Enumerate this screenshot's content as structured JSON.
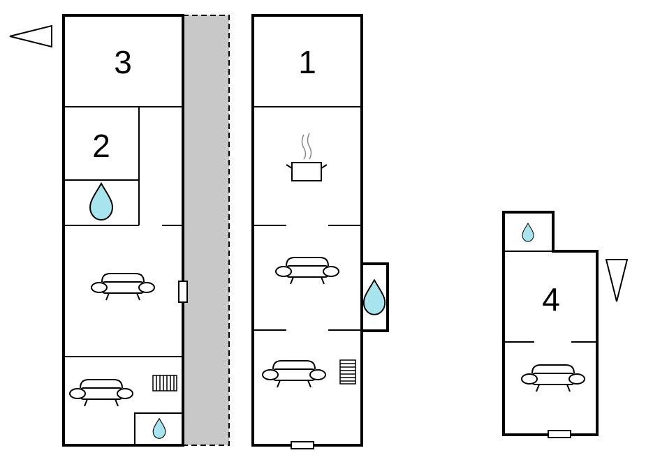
{
  "rooms": {
    "room_1": {
      "label": "1"
    },
    "room_2": {
      "label": "2"
    },
    "room_3": {
      "label": "3"
    },
    "room_4": {
      "label": "4"
    }
  },
  "colors": {
    "water": "#a8e4ee",
    "terrace": "#c8c8c8",
    "wall": "#000000",
    "background": "#ffffff"
  },
  "icons": {
    "bathroom": "water-drop-icon",
    "kitchen": "cooking-pot-icon",
    "living": "sofa-icon",
    "stairs": "stairs-icon",
    "compass": "north-arrow-icon"
  }
}
